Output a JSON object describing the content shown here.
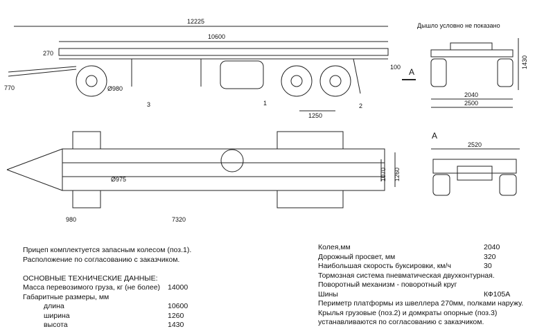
{
  "drawing": {
    "side_view": {
      "overall_length": "12225",
      "platform_length": "10600",
      "frame_height": "270",
      "hitch_height": "770",
      "wheel_diameter": "Ø980",
      "axle_spacing": "1250",
      "rear_offset": "100",
      "callouts": [
        "3",
        "1",
        "2"
      ],
      "view_marker": "A"
    },
    "rear_view": {
      "note": "Дышло условно не показано",
      "track": "2040",
      "width": "2500",
      "height": "1430"
    },
    "plan_view": {
      "wheel_diameter": "Ø975",
      "front_offset": "980",
      "base": "7320",
      "inner_width": "1070",
      "outer_width": "1260"
    },
    "view_a": {
      "label": "A",
      "width": "2520"
    }
  },
  "notes": {
    "line1": "Прицеп комплектуется запасным колесом (поз.1).",
    "line2": "Расположение по согласованию с заказчиком.",
    "heading": "ОСНОВНЫЕ ТЕХНИЧЕСКИЕ ДАННЫЕ:",
    "specs_left": [
      {
        "label": "Масса перевозимого груза, кг (не более)",
        "value": "14000",
        "indent": false
      },
      {
        "label": "Габаритные размеры, мм",
        "value": "",
        "indent": false
      },
      {
        "label": "длина",
        "value": "10600",
        "indent": true
      },
      {
        "label": "ширина",
        "value": "1260",
        "indent": true
      },
      {
        "label": "высота",
        "value": "1430",
        "indent": true
      }
    ],
    "specs_right": [
      {
        "label": "Колея,мм",
        "value": "2040"
      },
      {
        "label": "Дорожный просвет, мм",
        "value": "320"
      },
      {
        "label": "Наибольшая скорость буксировки, км/ч",
        "value": "30"
      },
      {
        "label": "Тормозная система пневматическая двухконтурная.",
        "value": ""
      },
      {
        "label": "Поворотный механизм - поворотный круг",
        "value": ""
      },
      {
        "label": "Шины",
        "value": "КФ105А"
      },
      {
        "label": "Периметр платформы из швеллера 270мм, полками наружу.",
        "value": ""
      },
      {
        "label": "Крылья грузовые (поз.2) и домкраты опорные (поз.3)",
        "value": ""
      },
      {
        "label": "устанавливаются по согласованию с заказчиком.",
        "value": ""
      }
    ]
  }
}
